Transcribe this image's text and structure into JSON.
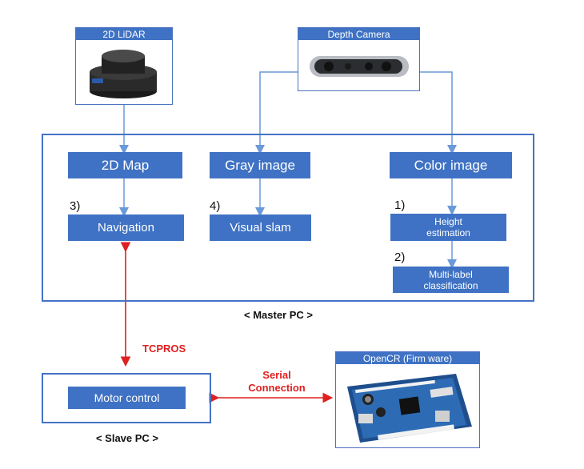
{
  "devices": {
    "lidar": {
      "label": "2D LiDAR"
    },
    "depth_camera": {
      "label": "Depth Camera"
    },
    "opencr": {
      "label": "OpenCR (Firm ware)"
    }
  },
  "master": {
    "label": "< Master PC >",
    "map": "2D Map",
    "gray": "Gray image",
    "color": "Color image",
    "navigation": "Navigation",
    "visual_slam": "Visual slam",
    "height": "Height estimation",
    "multilabel": "Multi-label classification",
    "steps": {
      "s1": "1)",
      "s2": "2)",
      "s3": "3)",
      "s4": "4)"
    }
  },
  "slave": {
    "label": "< Slave PC >",
    "motor": "Motor control"
  },
  "links": {
    "tcpros": "TCPROS",
    "serial": "Serial Connection"
  },
  "colors": {
    "box_blue": "#3f72c4",
    "frame_blue": "#4472c4",
    "arrow_blue": "#6a9ad8",
    "arrow_red": "#e02020"
  }
}
